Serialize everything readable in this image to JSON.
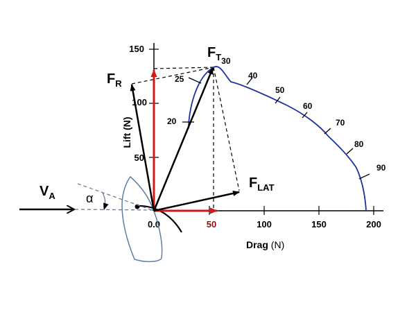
{
  "axes": {
    "xlabel_main": "Drag",
    "xlabel_unit": " (N)",
    "ylabel": "Lift (N)",
    "xticks": [
      "0.0",
      "50",
      "100",
      "150",
      "200"
    ],
    "yticks": [
      "50",
      "100",
      "150"
    ]
  },
  "vectors": {
    "va_main": "V",
    "va_sub": "A",
    "alpha": "α",
    "fr_main": "F",
    "fr_sub": "R",
    "ft_main": "F",
    "ft_sub": "T",
    "ft_angle": "30",
    "flat_main": "F",
    "flat_sub": "LAT"
  },
  "curve_labels": [
    "20",
    "25",
    "40",
    "50",
    "60",
    "70",
    "80",
    "90"
  ],
  "colors": {
    "force_vectors": "#000000",
    "components": "#d01818",
    "polar_curve": "#1c2fa0",
    "hull": "#5b7fa6"
  }
}
